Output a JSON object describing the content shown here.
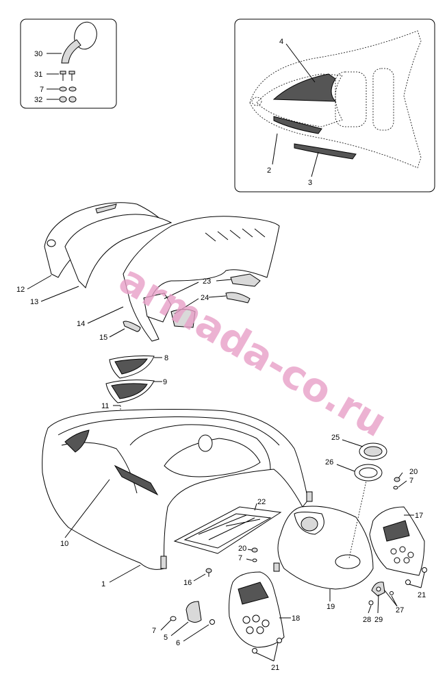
{
  "watermark": "armada-co.ru",
  "callouts": {
    "c1": "1",
    "c2": "2",
    "c3": "3",
    "c4": "4",
    "c5": "5",
    "c6": "6",
    "c7a": "7",
    "c7b": "7",
    "c7c": "7",
    "c7d": "7",
    "c8": "8",
    "c9": "9",
    "c10": "10",
    "c11": "11",
    "c12": "12",
    "c13": "13",
    "c14": "14",
    "c15": "15",
    "c16": "16",
    "c17": "17",
    "c18": "18",
    "c19": "19",
    "c20a": "20",
    "c20b": "20",
    "c21a": "21",
    "c21b": "21",
    "c22": "22",
    "c23": "23",
    "c24": "24",
    "c25": "25",
    "c26": "26",
    "c27": "27",
    "c28": "28",
    "c29": "29",
    "c30": "30",
    "c31": "31",
    "c32": "32"
  },
  "colors": {
    "line": "#000000",
    "watermark": "#e8a0c8",
    "mesh": "#555555"
  }
}
